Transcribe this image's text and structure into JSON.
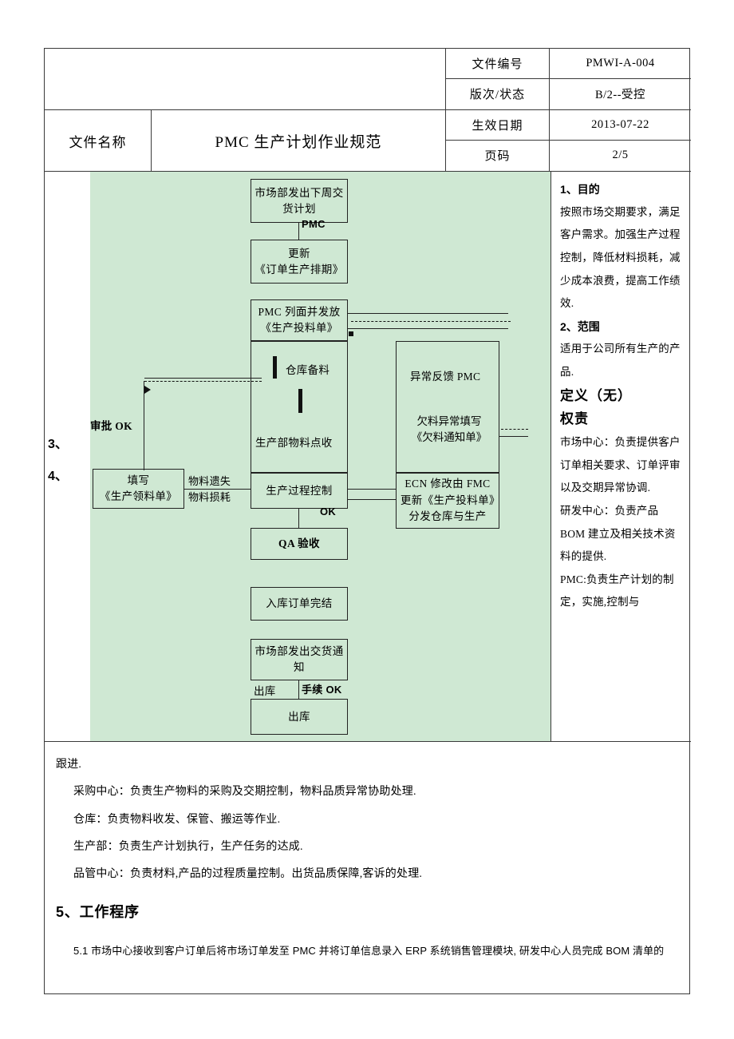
{
  "header": {
    "name_label": "文件名称",
    "name_value": "PMC 生产计划作业规范",
    "rows": [
      {
        "key": "文件编号",
        "value": "PMWI-A-004"
      },
      {
        "key": "版次/状态",
        "value": "B/2--受控"
      },
      {
        "key": "生效日期",
        "value": "2013-07-22"
      },
      {
        "key": "页码",
        "value": "2/5"
      }
    ]
  },
  "flow": {
    "margin_numbers": [
      "3、",
      "4、"
    ],
    "boxes": {
      "market_week_plan": "市场部发出下周交货计划",
      "update_schedule": "更新\n《订单生产排期》",
      "pmc_issue": "PMC 列面并发放\n《生产投料单》",
      "warehouse_prep": "仓库备料",
      "material_receive": "生产部物料点收",
      "process_control": "生产过程控制",
      "fill_requisition": "填写\n《生产领料单》",
      "abnormal_feedback": "异常反馈 PMC",
      "shortage_notice": "欠料异常填写\n《欠料通知单》",
      "ecn_change": "ECN 修改由 FMC 更新《生产投料单》分发仓库与生产",
      "qa_check": "QA 验收",
      "stock_in_complete": "入库订单完结",
      "market_delivery_notice": "市场部发出交货通知",
      "ship_out": "出库"
    },
    "labels": {
      "pmc": "PMC",
      "approve_ok": "审批 OK",
      "material_loss": "物料遗失\n物料损耗",
      "ok": "OK",
      "out_of_stock": "出库",
      "procedure_ok": "手续 OK"
    }
  },
  "right_column": {
    "h1": "1、目的",
    "p1": "按照市场交期要求，满足客户需求。加强生产过程控制，降低材料损耗，减少成本浪费，提高工作绩效.",
    "h2": "2、范围",
    "p2": "适用于公司所有生产的产品.",
    "h3": "定义（无）",
    "h4": "权责",
    "p3": "市场中心：负责提供客户订单相关要求、订单评审以及交期异常协调.",
    "p4": "研发中心：负责产品 BOM 建立及相关技术资料的提供.",
    "p5": "PMC:负责生产计划的制定，实施,控制与"
  },
  "bottom": {
    "cont": "跟进.",
    "lines": [
      "采购中心：负责生产物料的采购及交期控制，物料品质异常协助处理.",
      "仓库：负责物料收发、保管、搬运等作业.",
      "生产部：负责生产计划执行，生产任务的达成.",
      "品管中心：负责材料,产品的过程质量控制。出货品质保障,客诉的处理."
    ],
    "section5": "5、工作程序",
    "p51": "5.1 市场中心接收到客户订单后将市场订单发至 PMC 并将订单信息录入 ERP 系统销售管理模块, 研发中心人员完成 BOM 清单的"
  },
  "colors": {
    "flow_background": "#cfe8d3",
    "border": "#3a3a3a",
    "line": "#222222"
  }
}
